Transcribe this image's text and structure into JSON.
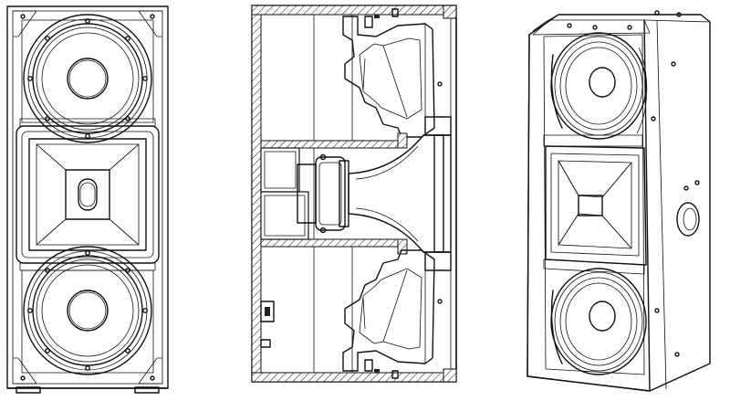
{
  "figure": {
    "views": [
      {
        "id": "front",
        "icon": "speaker-front-view-icon"
      },
      {
        "id": "section",
        "icon": "speaker-cross-section-icon"
      },
      {
        "id": "iso",
        "icon": "speaker-isometric-view-icon"
      }
    ],
    "colors": {
      "line": "#111111",
      "background": "#ffffff"
    }
  }
}
